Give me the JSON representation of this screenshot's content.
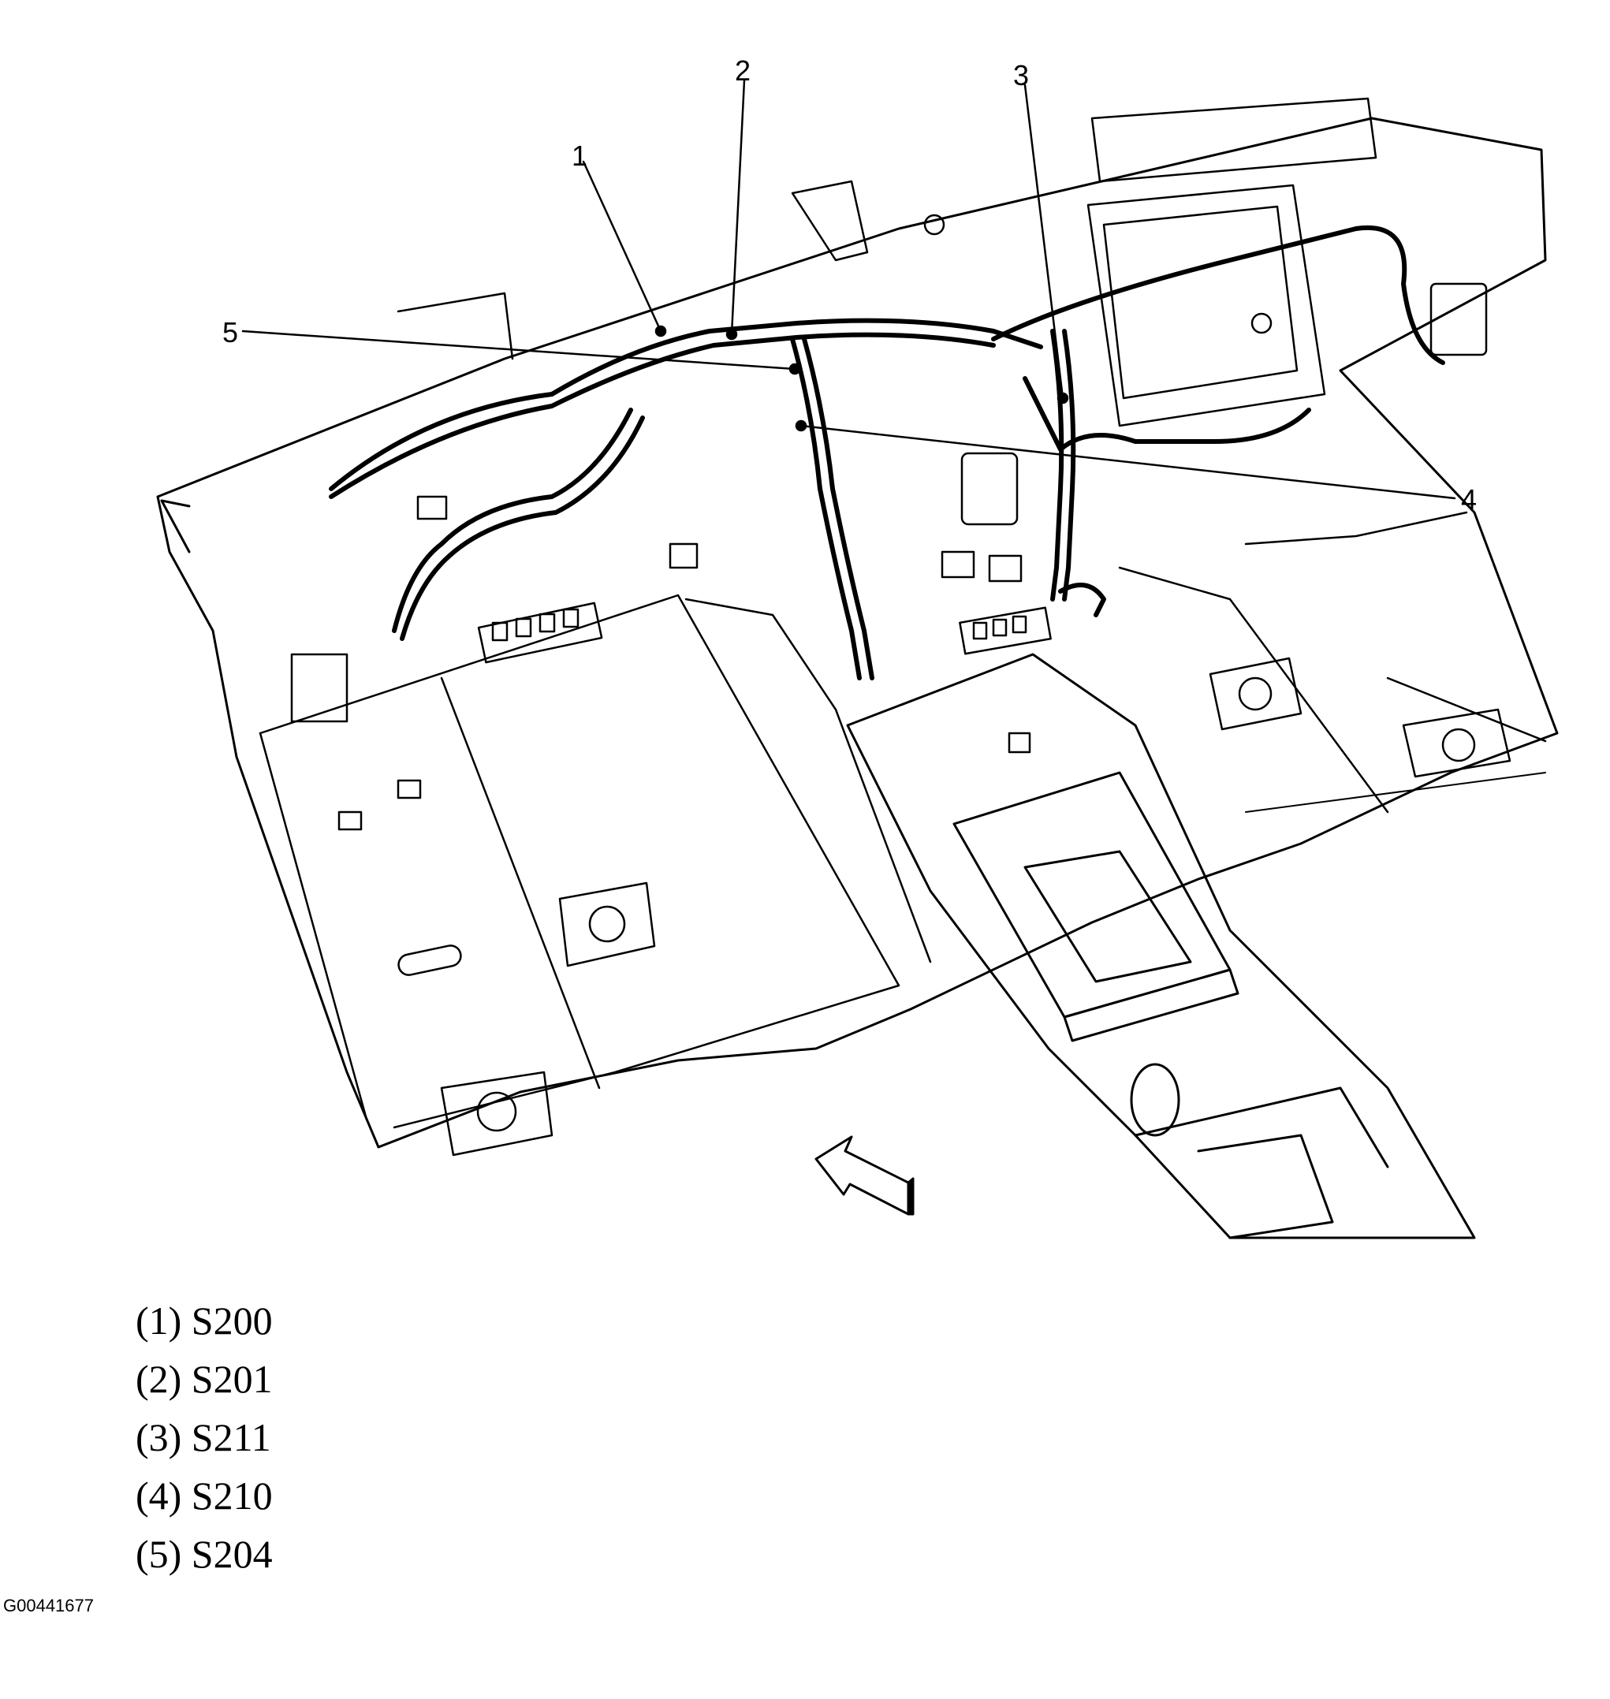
{
  "callouts": [
    {
      "num": "1",
      "code": "S200",
      "legend": "(1) S200"
    },
    {
      "num": "2",
      "code": "S201",
      "legend": "(2) S201"
    },
    {
      "num": "3",
      "code": "S211",
      "legend": "(3) S211"
    },
    {
      "num": "4",
      "code": "S210",
      "legend": "(4) S210"
    },
    {
      "num": "5",
      "code": "S204",
      "legend": "(5) S204"
    }
  ],
  "figure_id": "G00441677",
  "colors": {
    "line": "#000000",
    "background": "#ffffff"
  },
  "icons": {
    "direction": "front-direction-arrow-icon"
  }
}
